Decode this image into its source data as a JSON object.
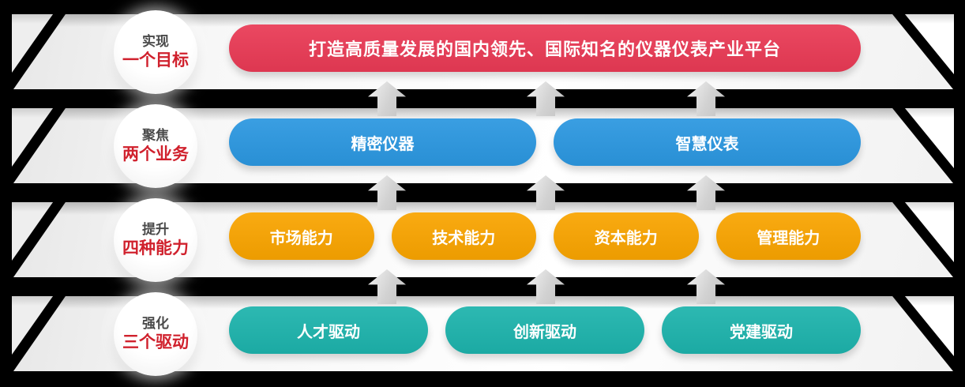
{
  "colors": {
    "background": "#000000",
    "band": "#ffffff",
    "goal_pill": "#e93a55",
    "business_pill": "#2b97e0",
    "capability_pill": "#f9a400",
    "driver_pill": "#1db3ac",
    "circle_line1_text": "#4a4a4a",
    "circle_line2_text": "#d0212d",
    "arrow": "#cdcdcd"
  },
  "rows": [
    {
      "id": "goal",
      "circle": {
        "line1": "实现",
        "line2": "一个目标"
      },
      "pill_color": "#e93a55",
      "pills": [
        "打造高质量发展的国内领先、国际知名的仪器仪表产业平台"
      ]
    },
    {
      "id": "business",
      "circle": {
        "line1": "聚焦",
        "line2": "两个业务"
      },
      "pill_color": "#2b97e0",
      "pills": [
        "精密仪器",
        "智慧仪表"
      ]
    },
    {
      "id": "capability",
      "circle": {
        "line1": "提升",
        "line2": "四种能力"
      },
      "pill_color": "#f9a400",
      "pills": [
        "市场能力",
        "技术能力",
        "资本能力",
        "管理能力"
      ]
    },
    {
      "id": "driver",
      "circle": {
        "line1": "强化",
        "line2": "三个驱动"
      },
      "pill_color": "#1db3ac",
      "pills": [
        "人才驱动",
        "创新驱动",
        "党建驱动"
      ]
    }
  ],
  "arrows": {
    "glyph": "up-arrow",
    "direction": "up",
    "count": 9,
    "color": "#cdcdcd"
  }
}
